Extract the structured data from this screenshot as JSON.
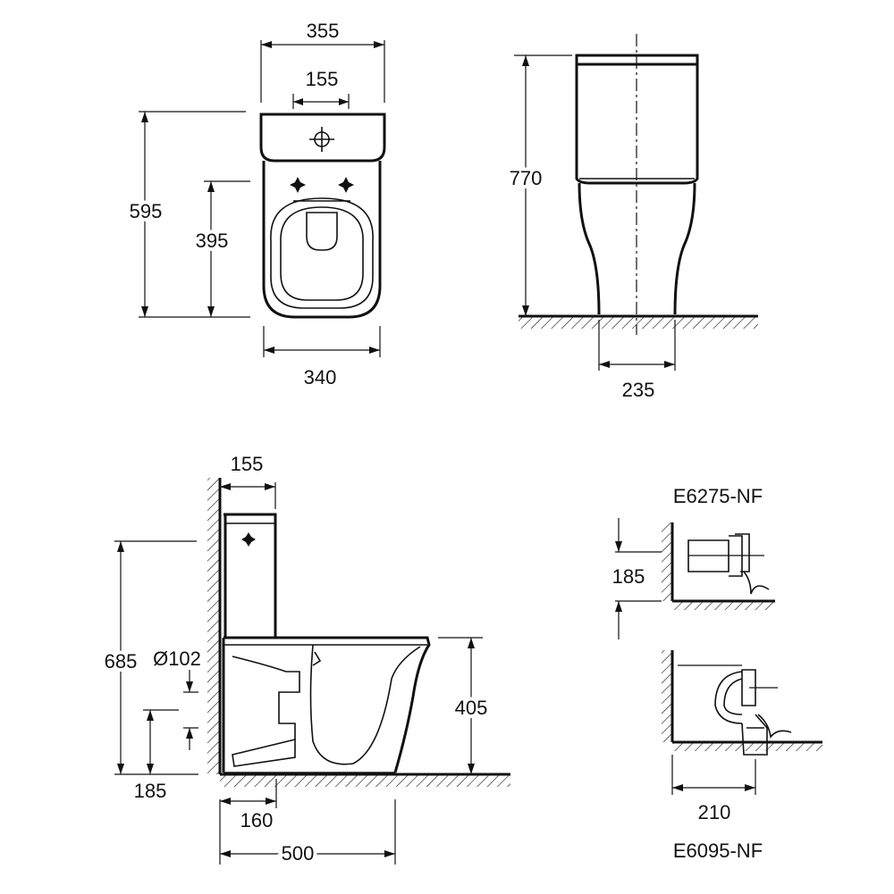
{
  "top_view": {
    "width_tank": "355",
    "width_inlet": "155",
    "depth_total": "595",
    "depth_bowl": "395",
    "width_base": "340"
  },
  "front_view": {
    "height_total": "770",
    "base_width": "235"
  },
  "side_view": {
    "tank_offset": "155",
    "height_inlet": "685",
    "outlet_diameter": "Ø102",
    "seat_height": "405",
    "outlet_height": "185",
    "outlet_distance": "160",
    "length_total": "500"
  },
  "connectors": {
    "wall_model": "E6275-NF",
    "wall_height": "185",
    "floor_model": "E6095-NF",
    "floor_distance": "210"
  }
}
